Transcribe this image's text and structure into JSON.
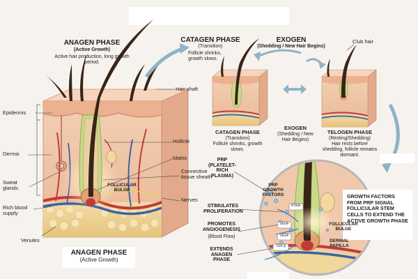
{
  "left": {
    "anagen_title": "ANAGEN PHASE",
    "anagen_subtitle": "(Active Growth)",
    "anagen_desc": "Active hair production, long growth period.",
    "bottom_title": "ANAGEN PHASE",
    "bottom_subtitle": "(Active Growth)",
    "labels": {
      "hair_shaft": "Hair shaft",
      "hollicle": "Hollicle",
      "matrix": "Matrix",
      "connective": "Connective tissue sheath",
      "nerves": "Nerves",
      "epidermis": "Epidermis",
      "dermis": "Dermis",
      "sweat": "Sweat glands",
      "blood": "Rich blood supply",
      "venules": "Venules",
      "follicular_bulge": "FOLLICULAR BULGE"
    }
  },
  "catagen": {
    "title": "CATAGEN PHASE",
    "subtitle": "(Transition)",
    "desc": "Follicle shrinks, growth slows.",
    "bottom_title": "CATAGEN PHASE",
    "bottom_subtitle": "(Transition)",
    "bottom_desc": "Follicle shrinks, growth slows."
  },
  "exogen": {
    "title": "EXOGEN",
    "subtitle": "(Shedding / New Hair Begins)",
    "mid_title": "EXOGEN",
    "mid_desc": "(Shedding / New Hair Begins)"
  },
  "telogen": {
    "club_hair": "Club hair",
    "title": "TELOGEN PHASE",
    "subtitle": "(Resting/Shedding)",
    "desc": "Hair rests before shedding, follicle remains dormant."
  },
  "prp": {
    "prp_label": "PRP (PLATELET-RICH PLASMA)",
    "stimulates": "STIMULATES PROLIFERATION",
    "promotes": "PROMOTES ANGIOGENESIS",
    "promotes_sub": "(Blood Flow)",
    "extends": "EXTENDS ANAGEN PHASE",
    "growth_factors": "PRP GROWTH FACTORS",
    "follicular_bulge": "FOLLICULAR BULGE",
    "dermal_papilla": "DERMAL PAPILLA",
    "vegf1": "VEGF",
    "vegf2": "VEGF",
    "tgf": "TGF-β",
    "pdgf": "PDGF"
  },
  "summary": "GROWTH FACTORS FROM PRP SIGNAL FOLLICULAR STEM CELLS TO EXTEND THE ACTIVE GROWTH PHASE",
  "colors": {
    "skin": "#f0c6a8",
    "epidermis": "#e7b08f",
    "fat": "#f0d79a",
    "hair": "#3a2418",
    "artery": "#c23a3a",
    "vein": "#3c62a8",
    "arrow": "#8fb3c6"
  }
}
